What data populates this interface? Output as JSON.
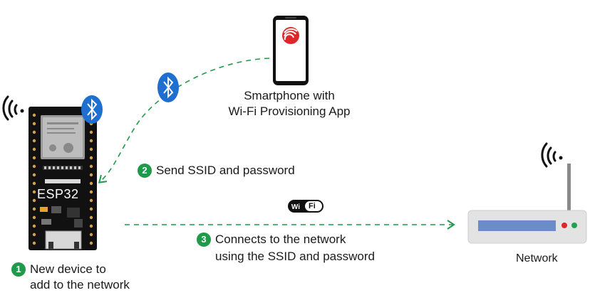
{
  "devices": {
    "esp32_label": "ESP32",
    "smartphone_label_line1": "Smartphone with",
    "smartphone_label_line2": "Wi-Fi Provisioning App",
    "router_label": "Network"
  },
  "steps": [
    {
      "number": "1",
      "line1": "New device to",
      "line2": "add to the network"
    },
    {
      "number": "2",
      "line1": "Send SSID and password"
    },
    {
      "number": "3",
      "line1": "Connects to the network",
      "line2": "using the SSID and password"
    }
  ],
  "wifi_badge_text": "Fi",
  "colors": {
    "accent_green": "#1f9a4a",
    "bluetooth_blue": "#1e6fd0",
    "board_black": "#111111",
    "router_gray": "#e3e3e3",
    "router_bar": "#6b8cc9",
    "led_red": "#e0262a",
    "led_green": "#22a14a",
    "esp_red": "#e0262a"
  },
  "icons": [
    "wifi-signal-icon",
    "bluetooth-icon",
    "espressif-logo-icon",
    "wifi-badge-icon"
  ]
}
